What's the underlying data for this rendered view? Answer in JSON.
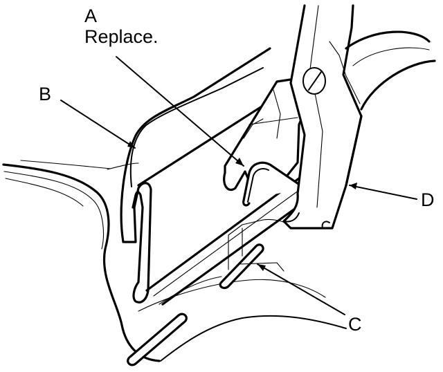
{
  "labels": {
    "a_letter": "A",
    "a_note": "Replace.",
    "b": "B",
    "c": "C",
    "d": "D"
  },
  "colors": {
    "line": "#000000",
    "background": "#ffffff"
  }
}
